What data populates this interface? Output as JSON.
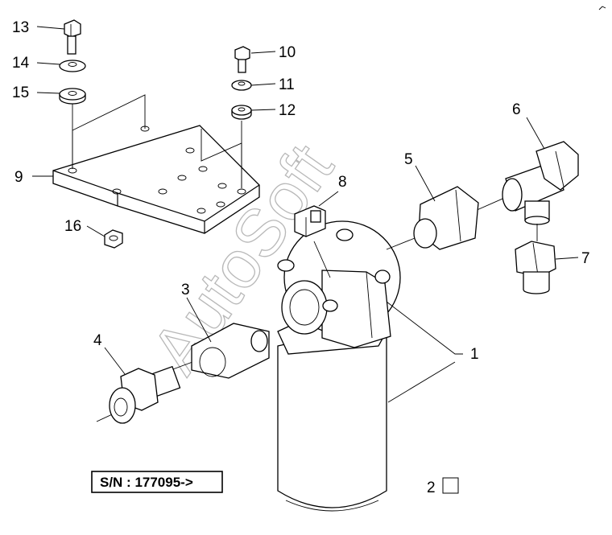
{
  "watermark": "AutoSoft",
  "serial": "S/N : 177095->",
  "callouts": [
    {
      "id": "c1",
      "text": "1"
    },
    {
      "id": "c2",
      "text": "2"
    },
    {
      "id": "c3",
      "text": "3"
    },
    {
      "id": "c4",
      "text": "4"
    },
    {
      "id": "c5",
      "text": "5"
    },
    {
      "id": "c6",
      "text": "6"
    },
    {
      "id": "c7",
      "text": "7"
    },
    {
      "id": "c8",
      "text": "8"
    },
    {
      "id": "c9",
      "text": "9"
    },
    {
      "id": "c10",
      "text": "10"
    },
    {
      "id": "c11",
      "text": "11"
    },
    {
      "id": "c12",
      "text": "12"
    },
    {
      "id": "c13",
      "text": "13"
    },
    {
      "id": "c14",
      "text": "14"
    },
    {
      "id": "c15",
      "text": "15"
    },
    {
      "id": "c16",
      "text": "16"
    }
  ]
}
